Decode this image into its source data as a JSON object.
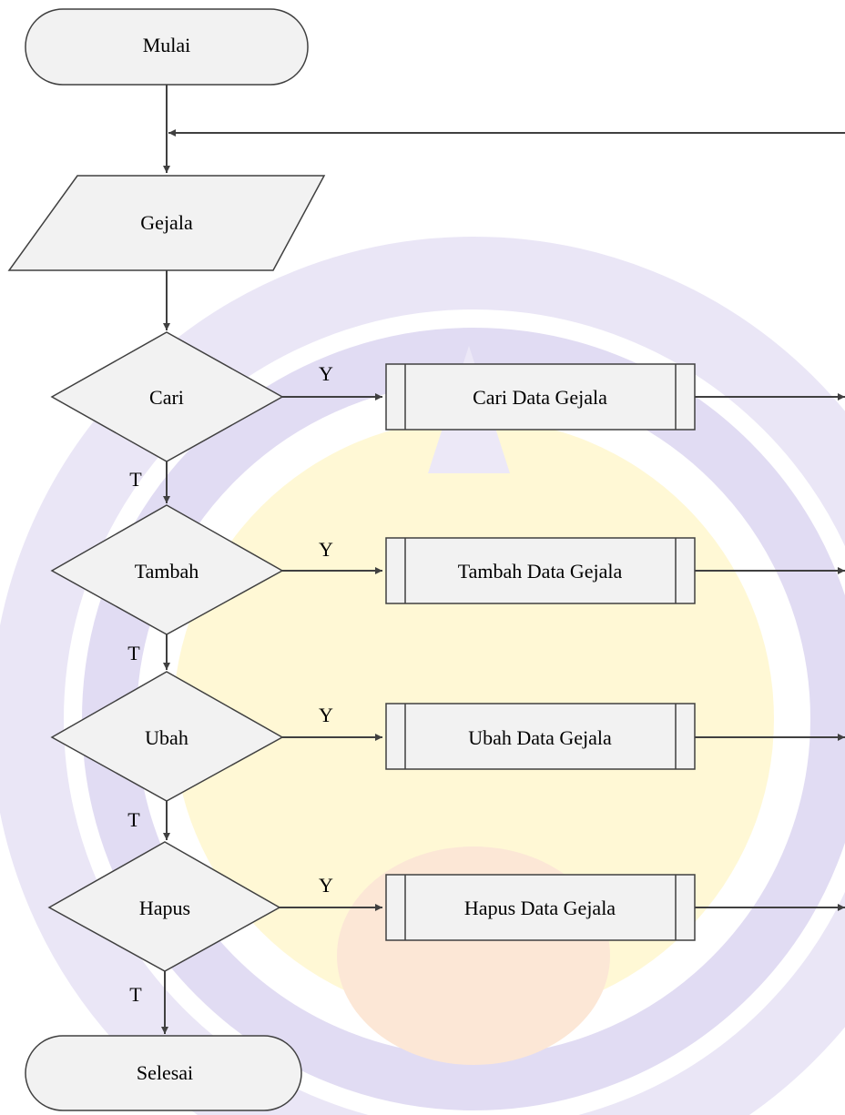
{
  "flowchart": {
    "start": "Mulai",
    "input": "Gejala",
    "decisions": [
      {
        "label": "Cari",
        "yes": "Y",
        "no": "T",
        "process": "Cari Data Gejala"
      },
      {
        "label": "Tambah",
        "yes": "Y",
        "no": "T",
        "process": "Tambah Data Gejala"
      },
      {
        "label": "Ubah",
        "yes": "Y",
        "no": "T",
        "process": "Ubah Data Gejala"
      },
      {
        "label": "Hapus",
        "yes": "Y",
        "no": "T",
        "process": "Hapus Data Gejala"
      }
    ],
    "end": "Selesai"
  },
  "colors": {
    "shape_fill": "#f2f2f2",
    "stroke": "#404040",
    "watermark_purple": "#d9d4ee",
    "watermark_yellow": "#fff3b5"
  }
}
